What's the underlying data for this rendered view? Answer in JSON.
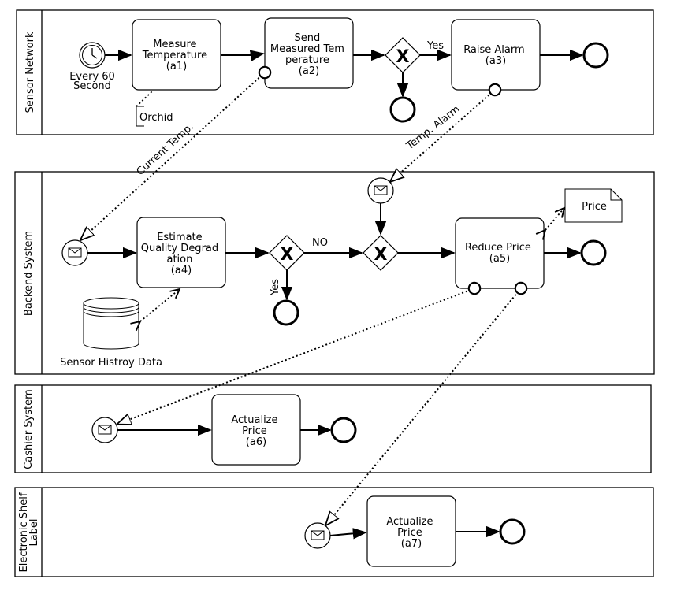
{
  "lanes": {
    "sensor_network": "Sensor Network",
    "backend_system": "Backend System",
    "cashier_system": "Cashier System",
    "esl_line1": "Electronic Shelf",
    "esl_line2": "Label"
  },
  "tasks": {
    "a1": [
      "Measure",
      "Temperature",
      "(a1)"
    ],
    "a2": [
      "Send",
      "Measured Tem",
      "perature",
      "(a2)"
    ],
    "a3": [
      "Raise Alarm",
      "(a3)"
    ],
    "a4": [
      "Estimate",
      "Quality Degrad",
      "ation",
      "(a4)"
    ],
    "a5": [
      "Reduce Price",
      "(a5)"
    ],
    "a6": [
      "Actualize",
      "Price",
      "(a6)"
    ],
    "a7": [
      "Actualize",
      "Price",
      "(a7)"
    ]
  },
  "timer": {
    "line1": "Every 60",
    "line2": "Second"
  },
  "artifacts": {
    "orchid": "Orchid",
    "price": "Price",
    "sensor_data": "Sensor Histroy Data"
  },
  "flow_labels": {
    "yes_top": "Yes",
    "no": "NO",
    "yes_backend": "Yes",
    "current_temp": "Current Temp.",
    "temp_alarm": "Temp. Alarm"
  },
  "gateway_marker": "X"
}
